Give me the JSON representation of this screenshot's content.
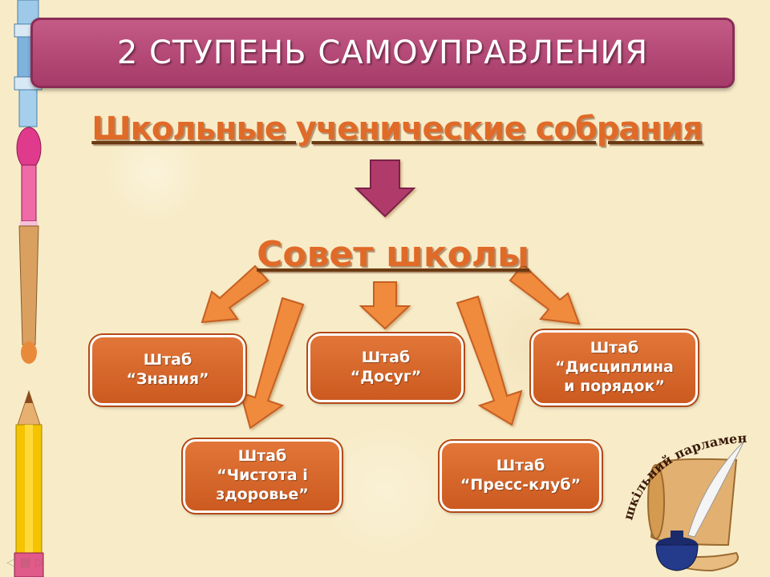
{
  "title": "2 СТУПЕНЬ САМОУПРАВЛЕНИЯ",
  "subtitle": "Школьные ученические собрания",
  "council": "Совет школы",
  "boxes": [
    {
      "line1": "Штаб",
      "line2": "“Знания”",
      "line3": ""
    },
    {
      "line1": "Штаб",
      "line2": "“Досуг”",
      "line3": ""
    },
    {
      "line1": "Штаб",
      "line2": "“Дисциплина",
      "line3": "и порядок”"
    },
    {
      "line1": "Штаб",
      "line2": "“Чистота і",
      "line3": "здоровье”"
    },
    {
      "line1": "Штаб",
      "line2": "“Пресс-клуб”",
      "line3": ""
    }
  ],
  "logo_text": "шкільний парламент",
  "colors": {
    "title_bg": "#b34a78",
    "box_bg": "#d9652a",
    "arrow_orange": "#f08a3e",
    "arrow_down": "#b03a6a",
    "heading_text": "#e06a28"
  },
  "icons": [
    "left-nav-icon",
    "menu-nav-icon",
    "right-nav-icon"
  ]
}
